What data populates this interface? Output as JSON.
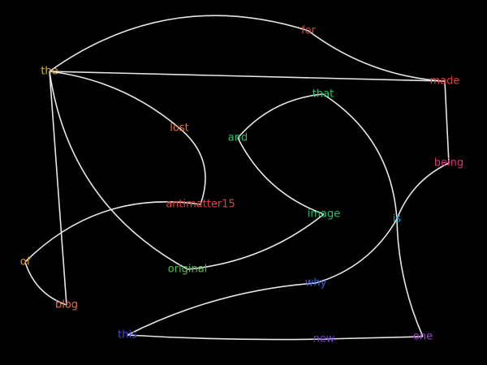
{
  "nodes": [
    {
      "id": "for",
      "label": "for",
      "color": "#e0403a"
    },
    {
      "id": "the",
      "label": "the",
      "color": "#d6b22a"
    },
    {
      "id": "made",
      "label": "made",
      "color": "#e0403a"
    },
    {
      "id": "that",
      "label": "that",
      "color": "#25c06a"
    },
    {
      "id": "lost",
      "label": "lost",
      "color": "#e0703a"
    },
    {
      "id": "and",
      "label": "and",
      "color": "#25c06a"
    },
    {
      "id": "being",
      "label": "being",
      "color": "#e0307a"
    },
    {
      "id": "antimatter15",
      "label": "antimatter15",
      "color": "#e0403a"
    },
    {
      "id": "image",
      "label": "image",
      "color": "#25c06a"
    },
    {
      "id": "is",
      "label": "is",
      "color": "#1aa0c8"
    },
    {
      "id": "of",
      "label": "of",
      "color": "#d6a02a"
    },
    {
      "id": "original",
      "label": "original",
      "color": "#4cc040"
    },
    {
      "id": "why",
      "label": "why",
      "color": "#3a60d8"
    },
    {
      "id": "blog",
      "label": "blog",
      "color": "#e0703a"
    },
    {
      "id": "this",
      "label": "this",
      "color": "#4a4ae0"
    },
    {
      "id": "new",
      "label": "new",
      "color": "#7040d0"
    },
    {
      "id": "one",
      "label": "one",
      "color": "#a040c8"
    }
  ],
  "edges": [
    [
      "the",
      "for"
    ],
    [
      "for",
      "made"
    ],
    [
      "the",
      "made"
    ],
    [
      "the",
      "lost"
    ],
    [
      "lost",
      "antimatter15"
    ],
    [
      "the",
      "original"
    ],
    [
      "the",
      "blog"
    ],
    [
      "antimatter15",
      "of"
    ],
    [
      "of",
      "blog"
    ],
    [
      "original",
      "image"
    ],
    [
      "and",
      "that"
    ],
    [
      "and",
      "image"
    ],
    [
      "that",
      "is"
    ],
    [
      "made",
      "being"
    ],
    [
      "being",
      "is"
    ],
    [
      "is",
      "why"
    ],
    [
      "is",
      "one"
    ],
    [
      "why",
      "this"
    ],
    [
      "this",
      "new"
    ],
    [
      "new",
      "one"
    ]
  ]
}
